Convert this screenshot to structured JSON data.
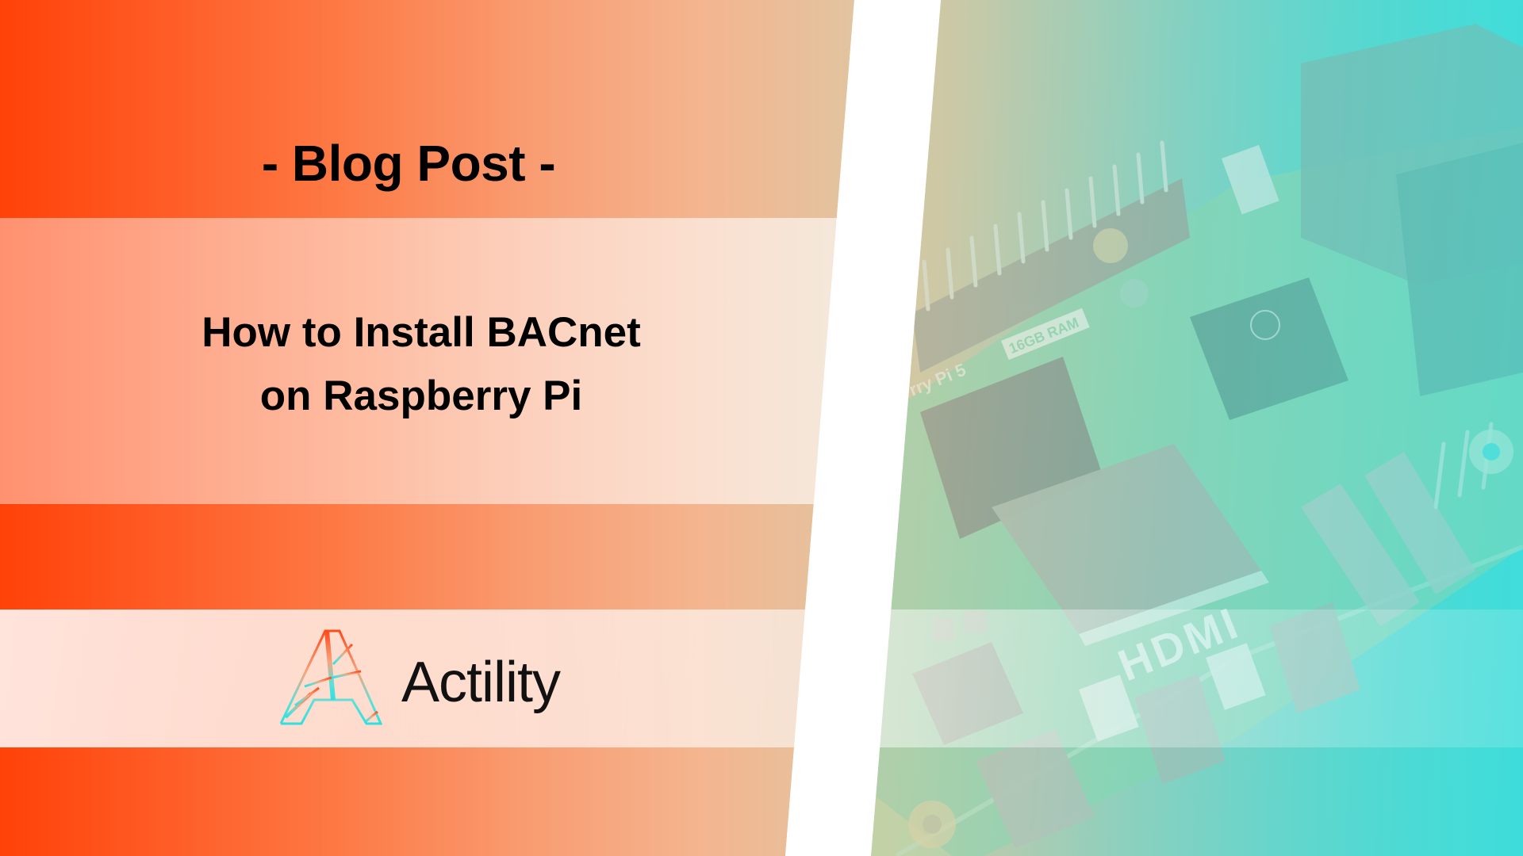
{
  "banner": {
    "type_label": "- Blog Post -",
    "title_lines": [
      "How to Install BACnet",
      "on Raspberry Pi"
    ],
    "brand": {
      "name": "Actility",
      "logo_icon": "actility-a-logo-icon"
    }
  },
  "photo": {
    "subject": "Raspberry Pi board",
    "board_labels": {
      "model": "rry Pi 5",
      "memory": "16GB RAM",
      "port": "HDMI"
    }
  },
  "colors": {
    "left_gradient_start": "#ff4208",
    "left_gradient_end": "#e2c4a0",
    "right_gradient_start": "#d9c7a0",
    "right_gradient_end": "#3edddb",
    "logo_top": "#ff4a1a",
    "logo_bottom": "#2fe0e0",
    "text": "#000000",
    "divider": "#ffffff"
  }
}
